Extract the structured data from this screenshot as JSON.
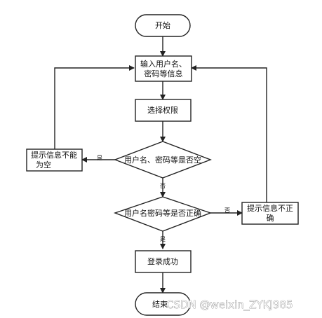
{
  "flowchart": {
    "start": "开始",
    "input_line1": "输入用户名、",
    "input_line2": "密码等信息",
    "select_permission": "选择权限",
    "decision_empty": "用户名、密码等是否空",
    "decision_correct": "用户名密码等是否正确",
    "empty_msg_line1": "提示信息不能",
    "empty_msg_line2": "为空",
    "incorrect_msg_line1": "提示信息不正",
    "incorrect_msg_line2": "确",
    "login_success": "登录成功",
    "end": "结束",
    "yes_label_left": "是",
    "no_label_down": "否",
    "no_label_right": "否",
    "yes_label_down": "是"
  },
  "watermark": "CSDN @weixin_ZYKJ985"
}
